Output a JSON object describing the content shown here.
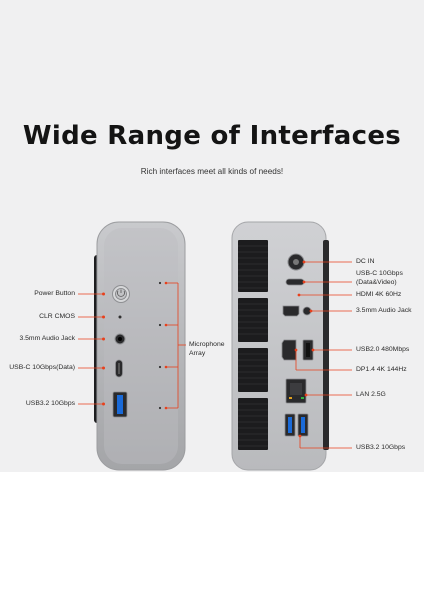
{
  "header": {
    "title": "Wide Range of Interfaces",
    "subtitle": "Rich interfaces meet all kinds of needs!"
  },
  "front_labels": {
    "power_button": "Power Button",
    "clr_cmos": "CLR CMOS",
    "audio_jack": "3.5mm Audio Jack",
    "usb_c": "USB-C 10Gbps(Data)",
    "usb32": "USB3.2 10Gbps",
    "microphone_line1": "Microphone",
    "microphone_line2": "Array"
  },
  "rear_labels": {
    "dc_in": "DC IN",
    "usb_c_line1": "USB-C 10Gbps",
    "usb_c_line2": "(Data&Video)",
    "hdmi": "HDMI 4K 60Hz",
    "audio_jack": "3.5mm Audio Jack",
    "usb20": "USB2.0 480Mbps",
    "dp": "DP1.4 4K 144Hz",
    "lan": "LAN 2.5G",
    "usb32": "USB3.2 10Gbps"
  },
  "colors": {
    "accent": "#e8401c",
    "background": "#f0f0f1",
    "device_body": "#a9aaad",
    "device_face": "#b8b9bc"
  }
}
